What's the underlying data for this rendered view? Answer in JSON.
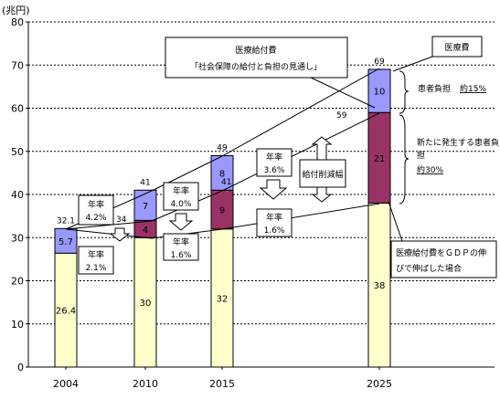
{
  "chart_data": {
    "type": "bar",
    "stacked": true,
    "ylabel": "(兆円)",
    "ylim": [
      0,
      80
    ],
    "yticks": [
      0,
      10,
      20,
      30,
      40,
      50,
      60,
      70,
      80
    ],
    "grid": true,
    "categories": [
      "2004",
      "2010",
      "2015",
      "2025"
    ],
    "series": [
      {
        "key": "base",
        "values": [
          26.4,
          30,
          32,
          38
        ],
        "color": "#ffffcc"
      },
      {
        "key": "new",
        "values": [
          0,
          4,
          9,
          21
        ],
        "color": "#993366"
      },
      {
        "key": "burden",
        "values": [
          5.7,
          7,
          8,
          10
        ],
        "color": "#9999ff"
      }
    ],
    "totals": [
      "32.1",
      "41",
      "49",
      "69"
    ],
    "markers": [
      {
        "value": "34",
        "category": "2010"
      },
      {
        "value": "41",
        "category": "2015"
      },
      {
        "value": "59",
        "category": "2025"
      }
    ],
    "annotations": {
      "title_line1": "医療給付費",
      "title_line2": "「社会保障の給付と負担の見通し」",
      "legend_iryohi": "医療費",
      "patient_burden": "患者負担",
      "patient_burden_pct": "約15%",
      "new_burden_line1": "新たに発生する患者負",
      "new_burden_line2": "担",
      "new_burden_pct": "約30%",
      "reduction": "給付削減幅",
      "gdp_line1": "医療給付費をＧＤＰの伸",
      "gdp_line2": "びで伸ばした場合",
      "rate_2004_upper_l1": "年率",
      "rate_2004_upper_l2": "4.2%",
      "rate_2004_lower_l1": "年率",
      "rate_2004_lower_l2": "2.1%",
      "rate_2010_upper_l1": "年率",
      "rate_2010_upper_l2": "4.0%",
      "rate_2010_lower_l1": "年率",
      "rate_2010_lower_l2": "1.6%",
      "rate_2015_upper_l1": "年率",
      "rate_2015_upper_l2": "3.6%",
      "rate_2015_lower_l1": "年率",
      "rate_2015_lower_l2": "1.6%"
    }
  }
}
